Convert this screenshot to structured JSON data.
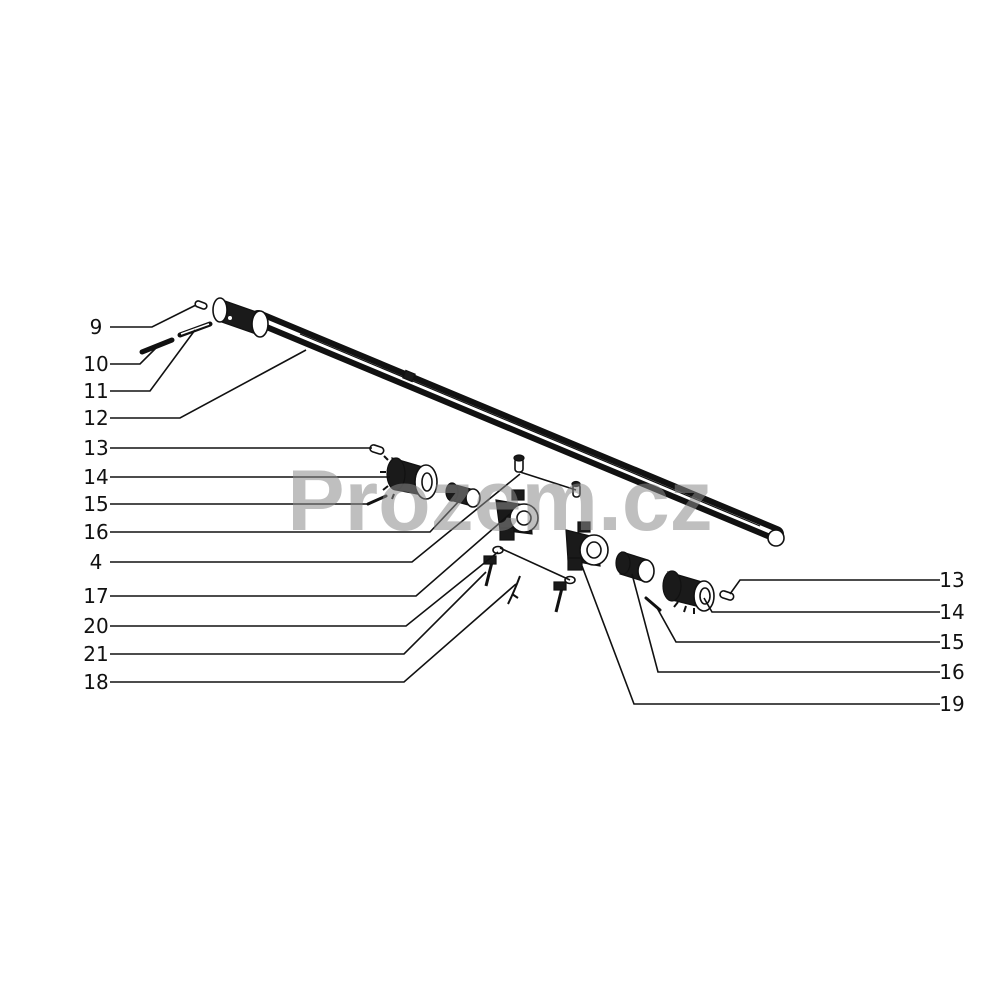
{
  "diagram": {
    "watermark": "Prozem.cz",
    "callouts_left": [
      "9",
      "10",
      "11",
      "12",
      "13",
      "14",
      "15",
      "16",
      "4",
      "17",
      "20",
      "21",
      "18"
    ],
    "callouts_right": [
      "13",
      "14",
      "15",
      "16",
      "19"
    ]
  }
}
